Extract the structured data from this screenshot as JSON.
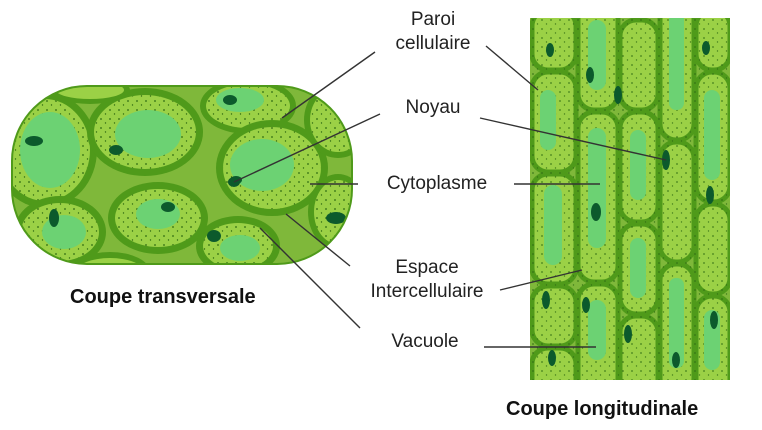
{
  "labels": {
    "wall_line1": "Paroi",
    "wall_line2": "cellulaire",
    "nucleus": "Noyau",
    "cytoplasm": "Cytoplasme",
    "space_line1": "Espace",
    "space_line2": "Intercellulaire",
    "vacuole": "Vacuole"
  },
  "captions": {
    "transverse": "Coupe transversale",
    "longitudinal": "Coupe longitudinale"
  },
  "colors": {
    "wall": "#4f9a1a",
    "wall_dark": "#3d7f12",
    "cytoplasm": "#9bd146",
    "intercellular": "#7fb83a",
    "vacuole": "#6cd273",
    "nucleus": "#0c5a2c",
    "leader_line": "#333333"
  }
}
